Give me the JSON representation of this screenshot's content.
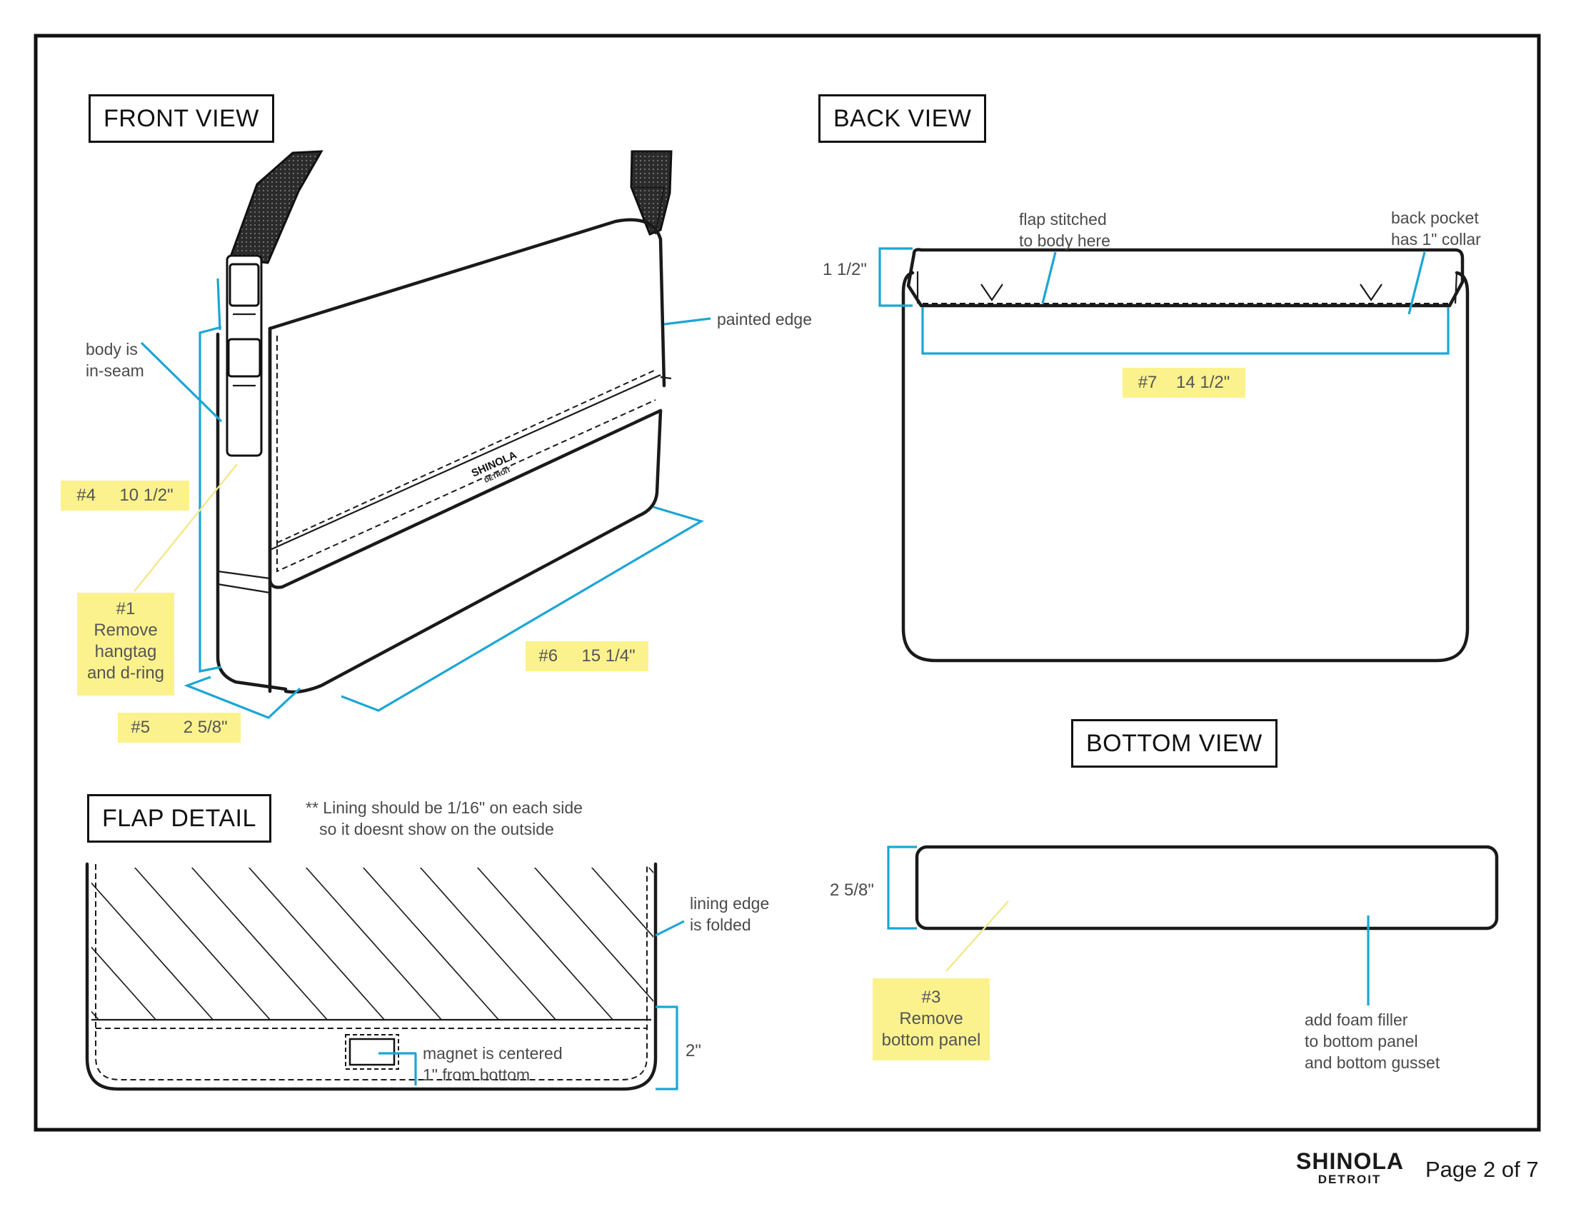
{
  "sections": {
    "front": "FRONT VIEW",
    "back": "BACK VIEW",
    "bottom": "BOTTOM VIEW",
    "flap": "FLAP DETAIL"
  },
  "front_view": {
    "body_note": "body is\nin-seam",
    "painted_edge": "painted edge",
    "brand_mark": "SHINOLA",
    "brand_sub": "DETROIT",
    "tag4": "#4     10 1/2\"",
    "tag1": "#1\nRemove\nhangtag\nand d-ring",
    "tag5": "#5       2 5/8\"",
    "tag6": "#6     15 1/4\""
  },
  "back_view": {
    "flap_note": "flap stitched\nto body here",
    "pocket_note": "back pocket\nhas 1\" collar",
    "dim_height": "1 1/2\"",
    "tag7": "#7    14 1/2\""
  },
  "bottom_view": {
    "dim_height": "2 5/8\"",
    "tag3": "#3\nRemove\nbottom panel",
    "foam_note": "add foam filler\nto bottom panel\nand bottom gusset"
  },
  "flap_detail": {
    "lining_note": "** Lining should be 1/16\" on each side\n   so it doesnt show on the outside",
    "lining_edge": "lining edge\nis folded",
    "magnet_note": "magnet is centered\n1\" from bottom",
    "dim_height": "2\""
  },
  "footer": {
    "logo": "SHINOLA",
    "logo_sub": "DETROIT",
    "page": "Page 2 of 7"
  },
  "colors": {
    "dimension_lines": "#1ba6d4",
    "callout_highlight": "#fbf28e",
    "outline": "#1a1a1a"
  }
}
